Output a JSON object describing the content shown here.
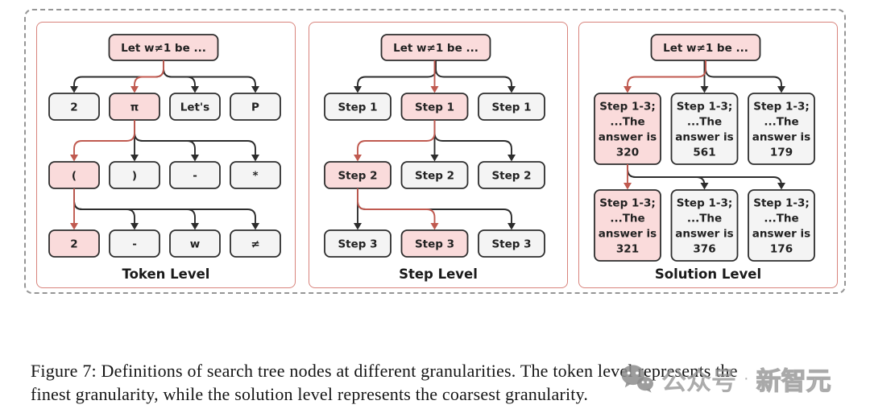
{
  "figure": {
    "caption_lines": [
      "Figure 7: Definitions of search tree nodes at different granularities. The token level represents the",
      "finest granularity, while the solution level represents the coarsest granularity."
    ]
  },
  "watermark": {
    "icon": "wechat-icon",
    "source_label": "公众号",
    "separator": "·",
    "account_name": "新智元"
  },
  "colors": {
    "node_border": "#2d2d2d",
    "node_fill": "#f4f4f4",
    "highlight_fill": "#fadbdb",
    "arrow_black": "#2d2d2d",
    "arrow_red": "#c05a50",
    "panel_border": "#d8837c",
    "outer_border": "#969696",
    "caption_text": "#151515",
    "watermark_gray": "#949494"
  },
  "panels": [
    {
      "label": "Token Level",
      "root": "Let w≠1 be ...",
      "rows": [
        {
          "highlight": 1,
          "nodes": [
            [
              "2"
            ],
            [
              "π"
            ],
            [
              "Let's"
            ],
            [
              "P"
            ]
          ]
        },
        {
          "highlight": 0,
          "nodes": [
            [
              "("
            ],
            [
              ")"
            ],
            [
              "-"
            ],
            [
              "*"
            ]
          ]
        },
        {
          "highlight": 0,
          "nodes": [
            [
              "2"
            ],
            [
              "-"
            ],
            [
              "w"
            ],
            [
              "≠"
            ]
          ]
        }
      ]
    },
    {
      "label": "Step Level",
      "root": "Let w≠1 be ...",
      "rows": [
        {
          "highlight": 1,
          "nodes": [
            [
              "Step 1"
            ],
            [
              "Step 1"
            ],
            [
              "Step 1"
            ]
          ]
        },
        {
          "highlight": 0,
          "nodes": [
            [
              "Step 2"
            ],
            [
              "Step 2"
            ],
            [
              "Step 2"
            ]
          ]
        },
        {
          "highlight": 1,
          "nodes": [
            [
              "Step 3"
            ],
            [
              "Step 3"
            ],
            [
              "Step 3"
            ]
          ]
        }
      ]
    },
    {
      "label": "Solution Level",
      "root": "Let w≠1 be ...",
      "rows": [
        {
          "highlight": 0,
          "nodes": [
            [
              "Step 1-3;",
              "...The",
              "answer is",
              "320"
            ],
            [
              "Step 1-3;",
              "...The",
              "answer is",
              "561"
            ],
            [
              "Step 1-3;",
              "...The",
              "answer is",
              "179"
            ]
          ]
        },
        {
          "highlight": 0,
          "nodes": [
            [
              "Step 1-3;",
              "...The",
              "answer is",
              "321"
            ],
            [
              "Step 1-3;",
              "...The",
              "answer is",
              "376"
            ],
            [
              "Step 1-3;",
              "...The",
              "answer is",
              "176"
            ]
          ]
        }
      ]
    }
  ]
}
